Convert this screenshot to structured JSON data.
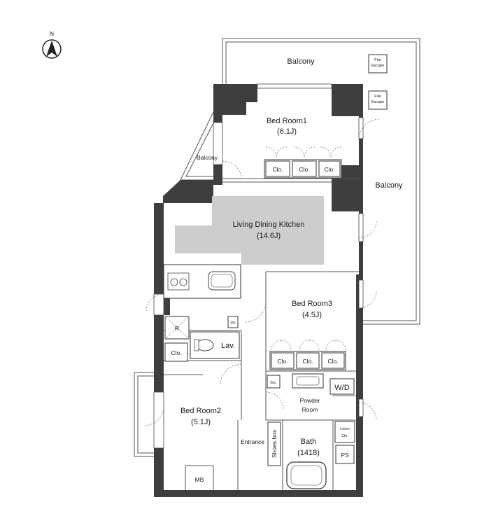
{
  "compass": {
    "label": "N"
  },
  "rooms": {
    "balcony_top": "Balcony",
    "balcony_right": "Balcony",
    "balcony_small": "Balcony",
    "bedroom1_name": "Bed Room1",
    "bedroom1_size": "(6.1J)",
    "ldk_name": "Living Dining Kitchen",
    "ldk_size": "(14.6J)",
    "bedroom3_name": "Bed Room3",
    "bedroom3_size": "(4.5J)",
    "bedroom2_name": "Bed Room2",
    "bedroom2_size": "(5.1J)",
    "powder_line1": "Powder",
    "powder_line2": "Room",
    "bath_name": "Bath",
    "bath_size": "(1418)",
    "entrance": "Entrance",
    "shoes_box": "Shoes box",
    "lav": "Lav.",
    "wd": "W/D",
    "ps": "PS",
    "ps_small": "PS",
    "mb": "MB",
    "refrigerator": "R",
    "sto": "Sto.",
    "linen_line1": "Linen",
    "linen_line2": "Clo.",
    "clo": "Clo.",
    "fire_escape_line1": "Fire",
    "fire_escape_line2": "Escape"
  }
}
